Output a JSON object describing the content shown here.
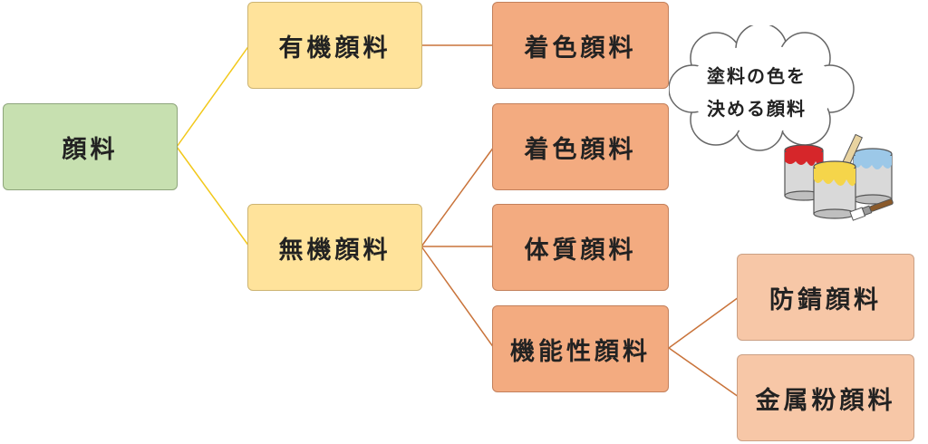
{
  "root": {
    "label": "顔料"
  },
  "level1": [
    {
      "label": "有機顔料"
    },
    {
      "label": "無機顔料"
    }
  ],
  "organic_children": [
    {
      "label": "着色顔料"
    }
  ],
  "inorganic_children": [
    {
      "label": "着色顔料"
    },
    {
      "label": "体質顔料"
    },
    {
      "label": "機能性顔料"
    }
  ],
  "functional_children": [
    {
      "label": "防錆顔料"
    },
    {
      "label": "金属粉顔料"
    }
  ],
  "callout": {
    "line1": "塗料の色を",
    "line2": "決める顔料"
  },
  "colors": {
    "root_fill": "#c7e0b0",
    "level1_fill": "#ffe39b",
    "level2_fill": "#f3ab80",
    "level3_fill": "#f7c7a7",
    "line_yellow": "#f2c81a",
    "line_orange": "#c9733a"
  },
  "icons": [
    "paint-cans-icon",
    "paint-brush-icon",
    "thought-cloud-icon"
  ]
}
